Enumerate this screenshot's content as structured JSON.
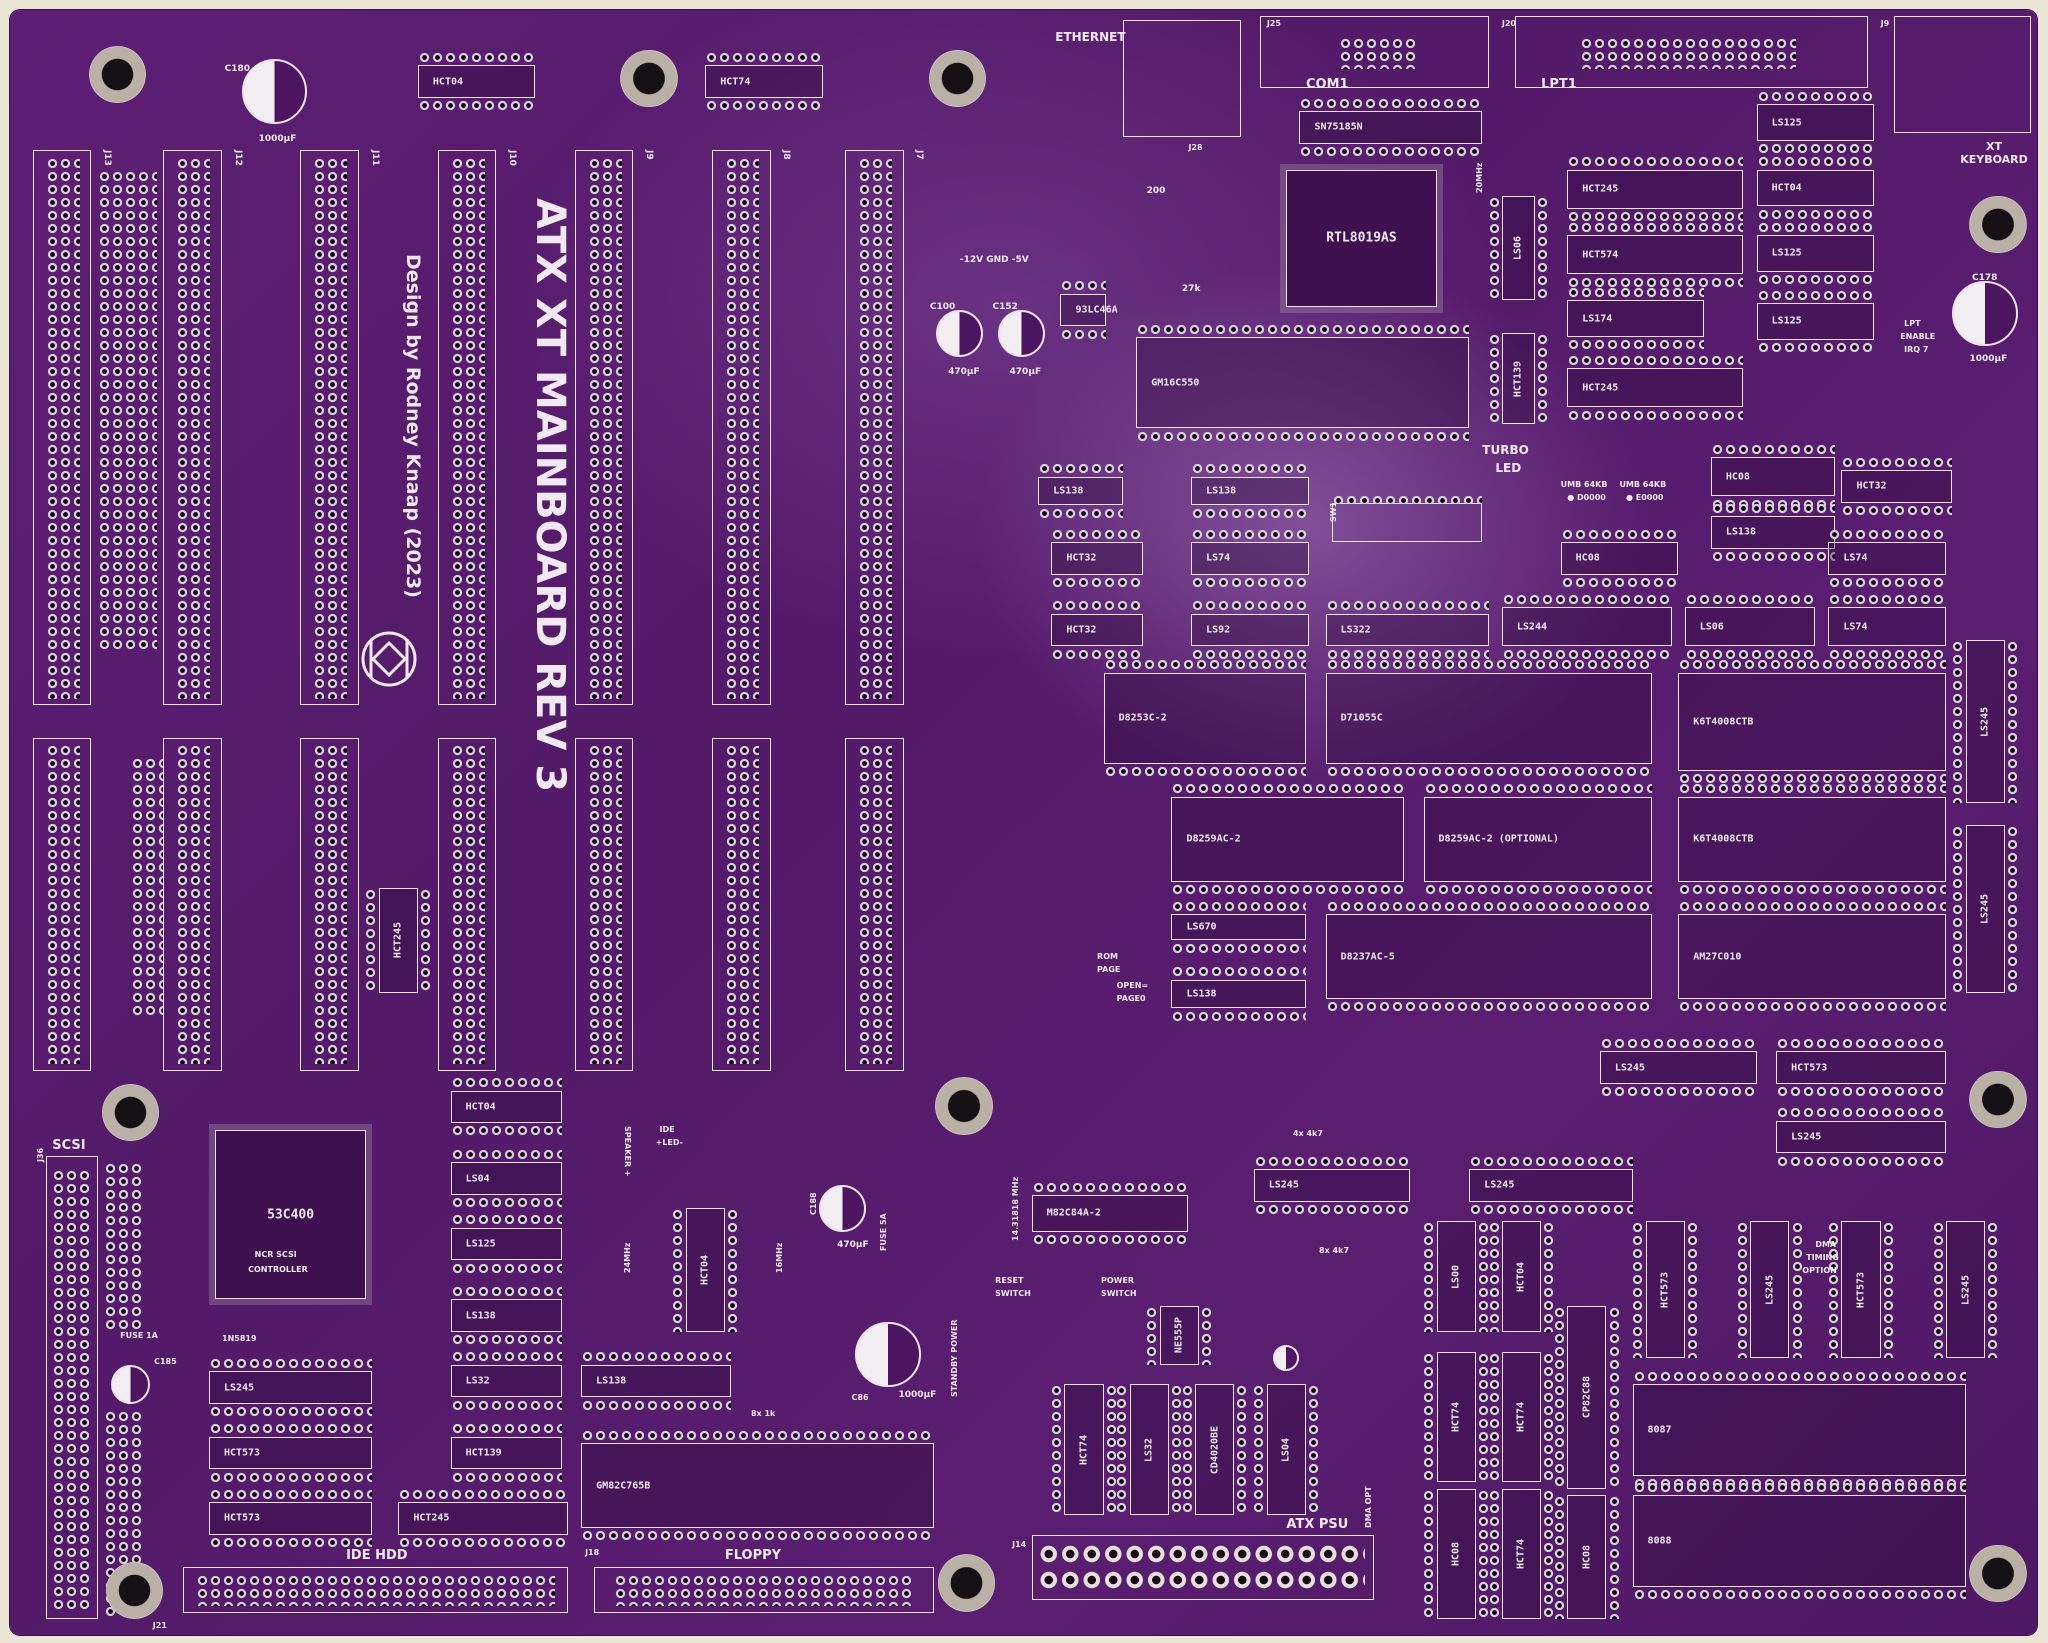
{
  "board": {
    "title": "ATX XT MAINBOARD REV 3",
    "credit": "Design by Rodney Knaap (2023)",
    "colors": {
      "solder_mask": "#5a1e70",
      "silkscreen": "#f1e9f4",
      "background": "#ece6d6"
    },
    "logo": "rk-diamond-circle-logo"
  },
  "connectors": {
    "ethernet": "ETHERNET",
    "com1": "COM1",
    "lpt1": "LPT1",
    "keyboard": "XT KEYBOARD",
    "scsi": "SCSI",
    "ide": "IDE HDD",
    "floppy": "FLOPPY",
    "atx": "ATX PSU",
    "slots": [
      "J13",
      "J12",
      "J11",
      "J10",
      "J9",
      "J8",
      "J7"
    ]
  },
  "chips": [
    {
      "label": "RTL8019AS"
    },
    {
      "label": "GM16C550"
    },
    {
      "label": "SN75185N"
    },
    {
      "label": "93LC46A"
    },
    {
      "label": "HCT245"
    },
    {
      "label": "HCT04"
    },
    {
      "label": "LS125"
    },
    {
      "label": "HCT574"
    },
    {
      "label": "LS125"
    },
    {
      "label": "LS174"
    },
    {
      "label": "LS125"
    },
    {
      "label": "HCT245"
    },
    {
      "label": "LS06"
    },
    {
      "label": "HCT139"
    },
    {
      "label": "LS138"
    },
    {
      "label": "LS138"
    },
    {
      "label": "HCT32"
    },
    {
      "label": "LS74"
    },
    {
      "label": "HCT32"
    },
    {
      "label": "LS92"
    },
    {
      "label": "LS322"
    },
    {
      "label": "LS244"
    },
    {
      "label": "LS06"
    },
    {
      "label": "LS74"
    },
    {
      "label": "HC08"
    },
    {
      "label": "HCT32"
    },
    {
      "label": "LS138"
    },
    {
      "label": "LS74"
    },
    {
      "label": "HC08"
    },
    {
      "label": "D8253C-2"
    },
    {
      "label": "D71055C"
    },
    {
      "label": "K6T4008CTB"
    },
    {
      "label": "D8259AC-2"
    },
    {
      "label": "D8259AC-2 (OPTIONAL)"
    },
    {
      "label": "K6T4008CTB"
    },
    {
      "label": "LS670"
    },
    {
      "label": "D8237AC-5"
    },
    {
      "label": "AM27C010"
    },
    {
      "label": "LS138"
    },
    {
      "label": "LS245"
    },
    {
      "label": "LS245"
    },
    {
      "label": "LS245"
    },
    {
      "label": "HCT573"
    },
    {
      "label": "LS245"
    },
    {
      "label": "LS245"
    },
    {
      "label": "LS245"
    },
    {
      "label": "M82C84A-2"
    },
    {
      "label": "53C400"
    },
    {
      "label": "HCT04"
    },
    {
      "label": "LS04"
    },
    {
      "label": "LS125"
    },
    {
      "label": "LS138"
    },
    {
      "label": "LS32"
    },
    {
      "label": "HCT139"
    },
    {
      "label": "HCT245"
    },
    {
      "label": "LS245"
    },
    {
      "label": "HCT573"
    },
    {
      "label": "HCT573"
    },
    {
      "label": "LS138"
    },
    {
      "label": "GM82C765B"
    },
    {
      "label": "HCT04"
    },
    {
      "label": "HCT245"
    },
    {
      "label": "8087"
    },
    {
      "label": "8088"
    },
    {
      "label": "LS00"
    },
    {
      "label": "HCT04"
    },
    {
      "label": "HCT573"
    },
    {
      "label": "LS245"
    },
    {
      "label": "HCT573"
    },
    {
      "label": "LS245"
    },
    {
      "label": "CP82C88"
    },
    {
      "label": "HCT74"
    },
    {
      "label": "HCT74"
    },
    {
      "label": "HC08"
    },
    {
      "label": "HCT74"
    },
    {
      "label": "HC08"
    },
    {
      "label": "HCT74"
    },
    {
      "label": "LS32"
    },
    {
      "label": "CD4020BE"
    },
    {
      "label": "LS04"
    },
    {
      "label": "NE555P"
    },
    {
      "label": "HCT04"
    },
    {
      "label": "HCT74"
    }
  ],
  "labels": [
    {
      "text": "TURBO"
    },
    {
      "text": "LED"
    },
    {
      "text": "UMB 64KB"
    },
    {
      "text": "● D0000"
    },
    {
      "text": "UMB 64KB"
    },
    {
      "text": "● E0000"
    },
    {
      "text": "LPT"
    },
    {
      "text": "ENABLE"
    },
    {
      "text": "IRQ 7"
    },
    {
      "text": "-12V GND -5V"
    },
    {
      "text": "NCR SCSI"
    },
    {
      "text": "CONTROLLER"
    },
    {
      "text": "RESET"
    },
    {
      "text": "SWITCH"
    },
    {
      "text": "POWER"
    },
    {
      "text": "SWITCH"
    },
    {
      "text": "STANDBY POWER"
    },
    {
      "text": "DMA"
    },
    {
      "text": "TIMING"
    },
    {
      "text": "OPTION"
    },
    {
      "text": "ROM"
    },
    {
      "text": "PAGE"
    },
    {
      "text": "OPEN="
    },
    {
      "text": "PAGE0"
    },
    {
      "text": "SPEAKER +"
    },
    {
      "text": "IDE"
    },
    {
      "text": "+LED-"
    },
    {
      "text": "1000µF"
    },
    {
      "text": "1000µF"
    },
    {
      "text": "470µF"
    },
    {
      "text": "470µF"
    },
    {
      "text": "470µF"
    },
    {
      "text": "1000µF"
    },
    {
      "text": "FUSE 1A"
    },
    {
      "text": "FUSE 5A"
    },
    {
      "text": "1N5819"
    },
    {
      "text": "SW1"
    },
    {
      "text": "20MHz"
    },
    {
      "text": "24MHz"
    },
    {
      "text": "16MHz"
    },
    {
      "text": "14.31818 MHz"
    },
    {
      "text": "27k"
    },
    {
      "text": "200"
    },
    {
      "text": "C180"
    },
    {
      "text": "C178"
    },
    {
      "text": "C100"
    },
    {
      "text": "C152"
    },
    {
      "text": "C188"
    },
    {
      "text": "C86"
    },
    {
      "text": "C185"
    },
    {
      "text": "J14"
    },
    {
      "text": "J21"
    },
    {
      "text": "J18"
    },
    {
      "text": "J36"
    },
    {
      "text": "J25"
    },
    {
      "text": "J20"
    },
    {
      "text": "J9"
    },
    {
      "text": "J28"
    },
    {
      "text": "DMA OPT"
    },
    {
      "text": "8x 4k7"
    },
    {
      "text": "4x 4k7"
    },
    {
      "text": "8x 1k"
    }
  ]
}
